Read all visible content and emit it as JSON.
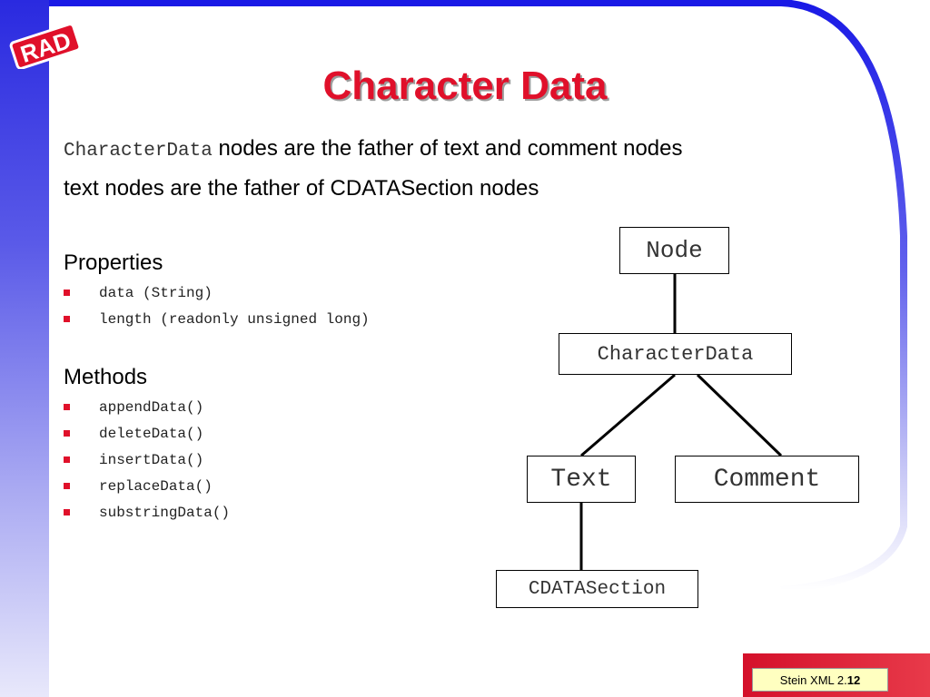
{
  "logo_text": "RAD",
  "title": "Character Data",
  "intro": {
    "line1_code": "CharacterData",
    "line1_text": " nodes are the father of  text and comment nodes",
    "line2": "text nodes are the father of CDATASection nodes"
  },
  "properties": {
    "heading": "Properties",
    "items": [
      "data (String)",
      "length (readonly unsigned long)"
    ]
  },
  "methods": {
    "heading": "Methods",
    "items": [
      "appendData()",
      "deleteData()",
      "insertData()",
      "replaceData()",
      "substringData()"
    ]
  },
  "diagram": {
    "node": "Node",
    "character_data": "CharacterData",
    "text": "Text",
    "comment": "Comment",
    "cdata_section": "CDATASection"
  },
  "footer": {
    "label": "Stein XML 2.",
    "page": "12"
  },
  "colors": {
    "title": "#e0102a",
    "bullet": "#e0102a",
    "frame": "#1a1ae6",
    "footer": "#d4102a",
    "footer_box": "#ffffc0"
  }
}
